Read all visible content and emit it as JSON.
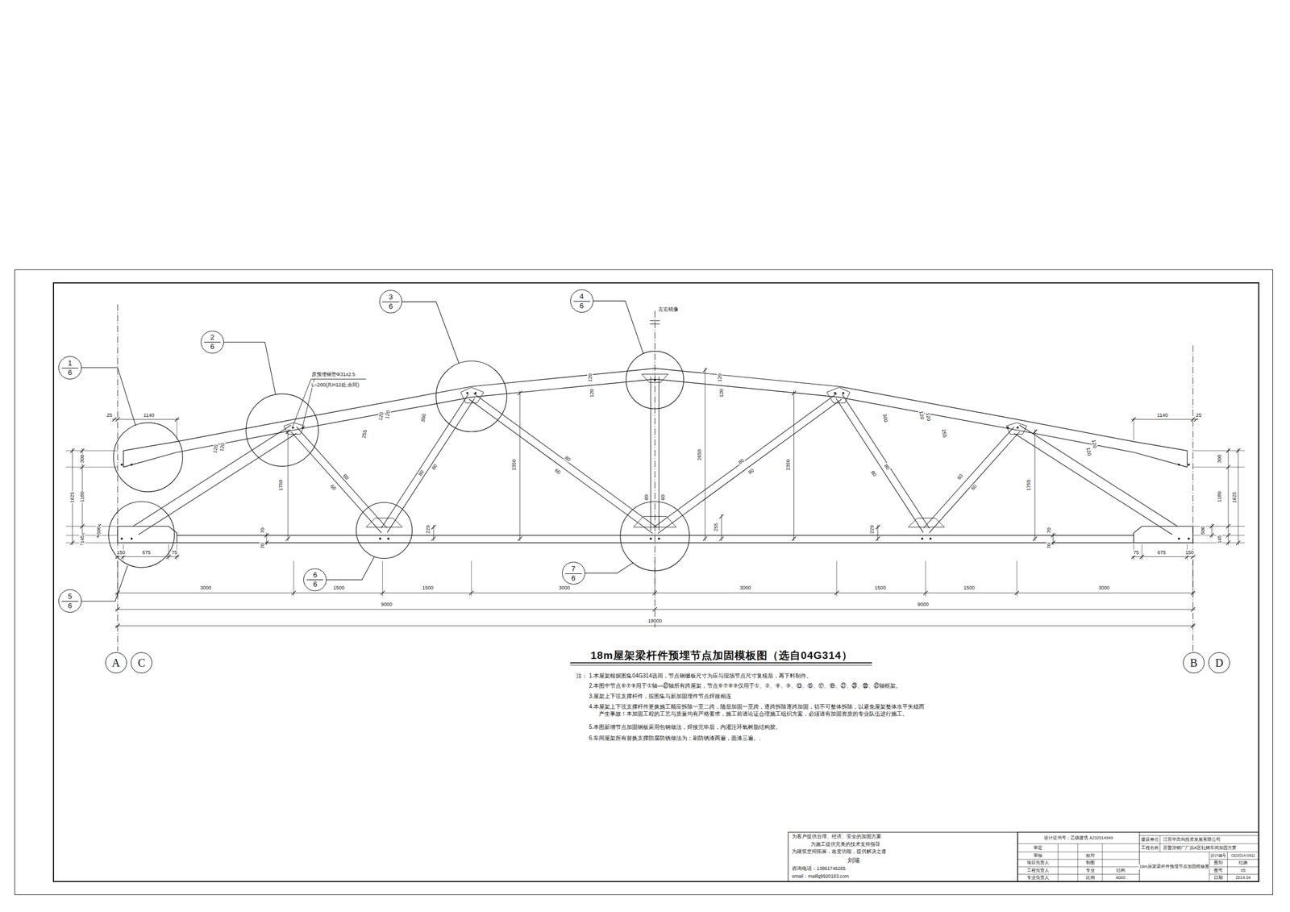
{
  "diagram": {
    "title": "18m屋架梁杆件预埋节点加固模板图（选自04G314）",
    "nodes": [
      {
        "text": [
          "1",
          "6"
        ]
      },
      {
        "text": [
          "2",
          "6"
        ]
      },
      {
        "text": [
          "3",
          "6"
        ]
      },
      {
        "text": [
          "4",
          "6"
        ]
      },
      {
        "text": [
          "5",
          "6"
        ]
      },
      {
        "text": [
          "6",
          "6"
        ]
      },
      {
        "text": [
          "7",
          "6"
        ]
      },
      {
        "text": [
          "A"
        ]
      },
      {
        "text": [
          "C"
        ]
      },
      {
        "text": [
          "B"
        ]
      },
      {
        "text": [
          "D"
        ]
      }
    ],
    "labels": [
      "原预埋钢管Φ31x2.5",
      "L=200(共H12处,余同)",
      "左右镜像",
      "25",
      "1140",
      "1140",
      "25",
      "300",
      "1625",
      "1180",
      "500",
      "145",
      "300",
      "1625",
      "1180",
      "500",
      "145",
      "150",
      "675",
      "75",
      "75",
      "675",
      "150",
      "120",
      "120",
      "255",
      "120",
      "120",
      "300",
      "120",
      "120",
      "120",
      "120",
      "300",
      "120",
      "120",
      "255",
      "120",
      "120",
      "60",
      "60",
      "80",
      "80",
      "80",
      "60",
      "60",
      "60",
      "80",
      "80",
      "80",
      "80",
      "60",
      "60",
      "229",
      "70",
      "70",
      "255",
      "229",
      "70",
      "70",
      "1750",
      "2350",
      "2650",
      "2350",
      "1750",
      "3000",
      "1500",
      "1500",
      "3000",
      "3000",
      "1500",
      "1500",
      "3000",
      "9000",
      "9000",
      "18000",
      "注：",
      "1.本屋架根据图集04G314选用，节点钢缀板尺寸为应与现场节点尺寸复核后，再下料制作。",
      "2.本图中节点⑥⑦⑧用于①轴—㉛轴所有跨屋架，节点⑥⑦⑧⑨仅用于①、②、⑧、⑨、⑬、⑮、⑰、⑱、㉑、㉕、㉚、㉛轴框架。",
      "3.屋架上下弦支撑杆件，按图集与新加固埋件节点焊接相连",
      "4.本屋架上下弦支撑杆件更换施工顺应拆除一至二跨，随后加固一至跨，逐跨拆除逐跨加固，切不可整体拆除，以避免屋架整体水平失稳而产生事故！本加固工程的工艺与质量均有严格要求，施工前请论证合理施工组织方案，必须请有加固资质的专业队伍进行施工。",
      "5.本图新增节点加固钢板采用包钢做法，焊接完毕后，内灌注环氧树脂结构胶。",
      "6.车间屋架所有替换支撑防腐防锈做法为：刷防锈漆两遍，面漆三遍。.",
      "为客户提供合理、经济、安全的加固方案",
      "为施工提供完美的技术支持指导",
      "为建筑空间拓展，改变功能，提供解决之道",
      "刘瑞",
      "咨询电话：13861746265",
      "email：maillq9920163.com",
      "设计证书号：乙级建筑 A232014949",
      "建设单位",
      "江苏华高坞投资发展有限公司",
      "工程名称",
      "原普浪铜厂厂房A区轧钢车间加固方案",
      "审定",
      "审核",
      "项目负责人",
      "工程负责人",
      "专业负责人",
      "校对",
      "制图",
      "专业",
      "比例",
      "结构",
      "A000",
      "18m屋架梁杆件预埋节点加固模板图",
      "设计编号",
      "GD2014-0411",
      "图别",
      "结施",
      "图号",
      "05",
      "日期",
      "2014.04"
    ]
  }
}
